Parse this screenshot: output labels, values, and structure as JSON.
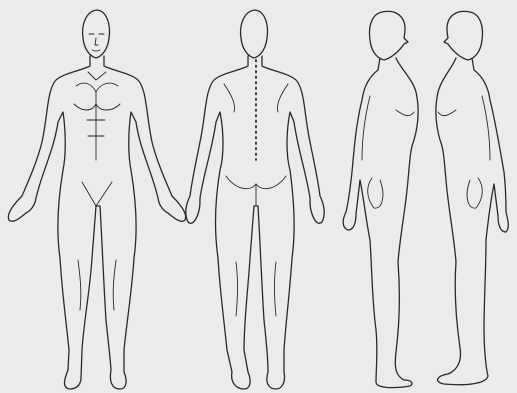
{
  "figures": [
    {
      "view": "front"
    },
    {
      "view": "back"
    },
    {
      "view": "right-side"
    },
    {
      "view": "left-side"
    }
  ],
  "colors": {
    "background": "#ebebeb",
    "line": "#2a2a2a"
  }
}
